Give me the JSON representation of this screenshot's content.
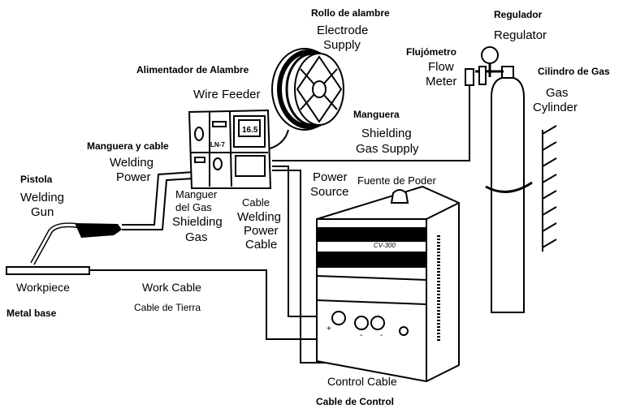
{
  "labels": {
    "electrode_es": "Rollo de alambre",
    "electrode_en_1": "Electrode",
    "electrode_en_2": "Supply",
    "regulator_es": "Regulador",
    "regulator_en": "Regulator",
    "flow_es": "Flujómetro",
    "flow_en_1": "Flow",
    "flow_en_2": "Meter",
    "cylinder_es": "Cilindro de Gas",
    "cylinder_en_1": "Gas",
    "cylinder_en_2": "Cylinder",
    "feeder_es": "Alimentador de Alambre",
    "feeder_en": "Wire Feeder",
    "gas_supply_es": "Manguera",
    "gas_supply_en_1": "Shielding",
    "gas_supply_en_2": "Gas Supply",
    "weld_power_es": "Manguera y cable",
    "weld_power_en_1": "Welding",
    "weld_power_en_2": "Power",
    "gun_es": "Pistola",
    "gun_en_1": "Welding",
    "gun_en_2": "Gun",
    "shield_gas_es_1": "Manguer",
    "shield_gas_es_2": "del Gas",
    "shield_gas_en_1": "Shielding",
    "shield_gas_en_2": "Gas",
    "power_cable_es": "Cable",
    "power_cable_en_1": "Welding",
    "power_cable_en_2": "Power",
    "power_cable_en_3": "Cable",
    "power_source_en_1": "Power",
    "power_source_en_2": "Source",
    "power_source_es": "Fuente de Poder",
    "workpiece_en": "Workpiece",
    "workpiece_es": "Metal base",
    "work_cable_en": "Work Cable",
    "work_cable_es": "Cable de Tierra",
    "control_cable_en": "Control Cable",
    "control_cable_es": "Cable de Control"
  },
  "device_text": {
    "feeder_display": "16.5",
    "feeder_model": "LN-7",
    "source_model": "CV-300",
    "plus": "+",
    "minus_1": "-",
    "minus_2": "-"
  }
}
